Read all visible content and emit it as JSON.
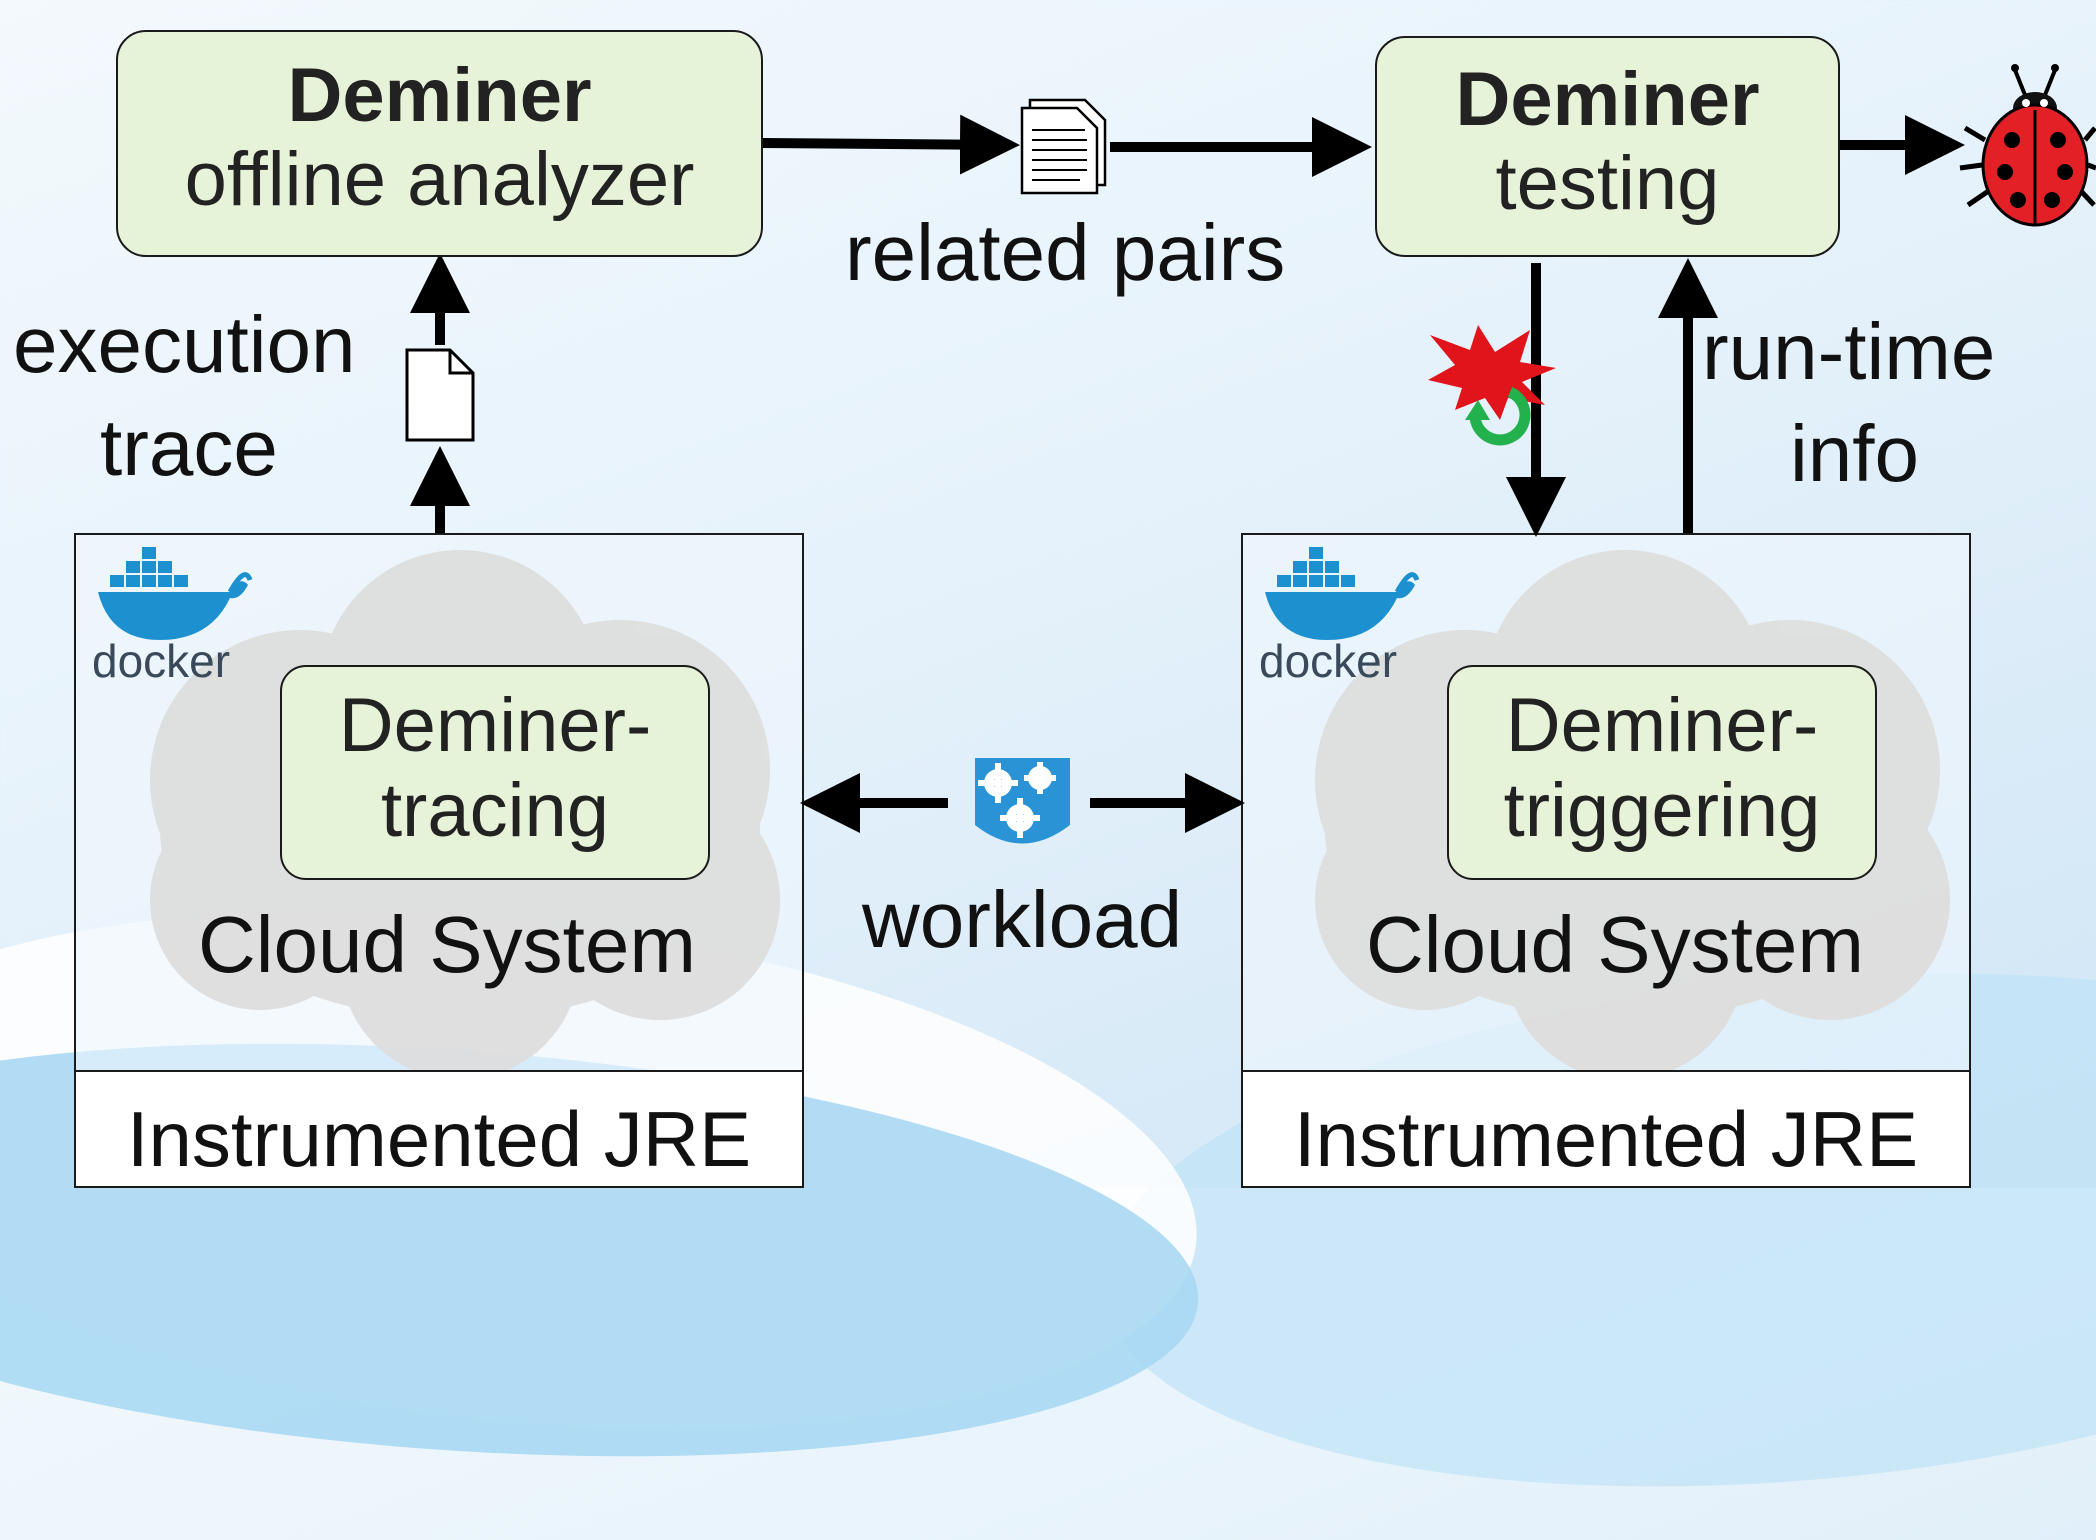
{
  "analyzer": {
    "title": "Deminer",
    "subtitle": "offline analyzer"
  },
  "testing": {
    "title": "Deminer",
    "subtitle": "testing"
  },
  "tracing": {
    "line1": "Deminer-",
    "line2": "tracing"
  },
  "triggering": {
    "line1": "Deminer-",
    "line2": "triggering"
  },
  "labels": {
    "related_pairs": "related pairs",
    "execution": "execution",
    "trace": "trace",
    "runtime": "run-time",
    "info": "info",
    "workload": "workload"
  },
  "left_panel": {
    "system": "Cloud System",
    "jre": "Instrumented JRE",
    "docker": "docker"
  },
  "right_panel": {
    "system": "Cloud System",
    "jre": "Instrumented JRE",
    "docker": "docker"
  },
  "icons": {
    "document": "document-icon",
    "documents": "documents-stack-icon",
    "gears": "gears-icon",
    "bug": "ladybug-icon",
    "explosion": "explosion-icon",
    "retry": "retry-icon",
    "docker": "docker-whale-icon"
  },
  "colors": {
    "box_fill": "#e7f3d8",
    "bug": "#e32026",
    "explosion": "#e0141a",
    "retry": "#22b14c",
    "docker": "#1d91d0"
  }
}
